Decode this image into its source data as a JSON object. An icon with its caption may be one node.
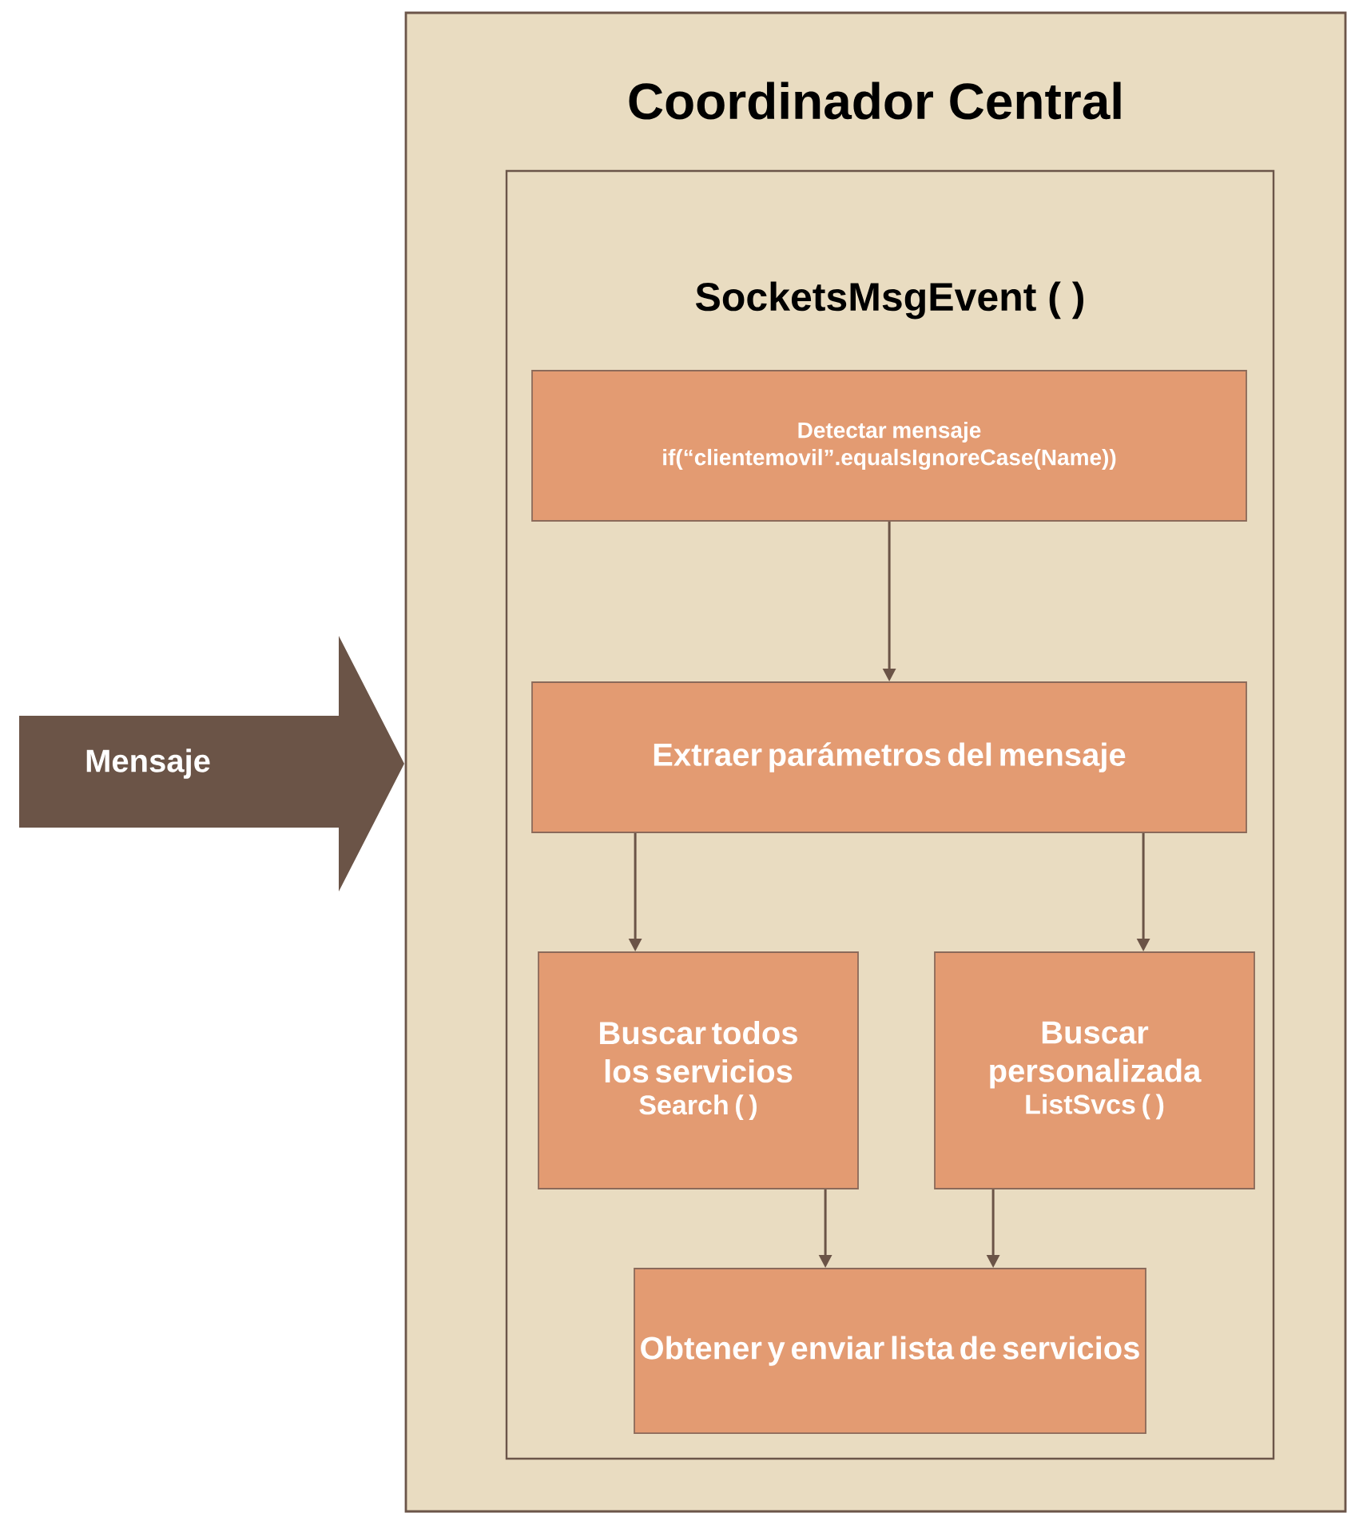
{
  "diagram": {
    "nodes": [
      {
        "text": [
          "Mensaje"
        ]
      },
      {
        "text": [
          "Coordinador Central"
        ]
      },
      {
        "text": [
          "SocketsMsgEvent ( )"
        ],
        "in": 1
      },
      {
        "text": [
          "Detectar mensaje",
          "if(“clientemovil”.equalsIgnoreCase(Name))"
        ],
        "in": 2
      },
      {
        "text": [
          "Extraer parámetros del mensaje"
        ],
        "in": 2
      },
      {
        "text": [
          "Buscar todos los servicios",
          "Search ( )"
        ],
        "in": 2
      },
      {
        "text": [
          "Buscar personalizada",
          "ListSvcs ( )"
        ],
        "in": 2
      },
      {
        "text": [
          "Obtener y enviar lista de servicios"
        ],
        "in": 2
      }
    ],
    "edges": [
      {
        "from": 3,
        "to": 4,
        "arrow": "to"
      },
      {
        "from": 4,
        "to": 5,
        "arrow": "to"
      },
      {
        "from": 4,
        "to": 6,
        "arrow": "to"
      },
      {
        "from": 5,
        "to": 7,
        "arrow": "to"
      },
      {
        "from": 6,
        "to": 7,
        "arrow": "to"
      }
    ]
  }
}
